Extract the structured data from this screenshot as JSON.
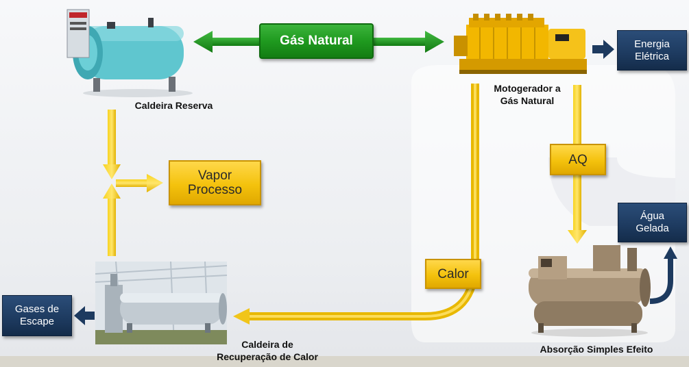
{
  "fuel": {
    "label": "Gás Natural"
  },
  "outputs": {
    "electric": "Energia\nElétrica",
    "cold_water": "Água\nGelada",
    "exhaust": "Gases de\nEscape"
  },
  "flows": {
    "steam": "Vapor\nProcesso",
    "aq": "AQ",
    "heat": "Calor"
  },
  "equipment": {
    "backup_boiler": "Caldeira Reserva",
    "generator": "Motogerador a\nGás Natural",
    "recovery_boiler": "Caldeira de\nRecuperação de Calor",
    "absorption": "Absorção Simples Efeito"
  },
  "colors": {
    "green": "#1f9a1f",
    "yellow": "#f4c20d",
    "navy": "#1d3a5f"
  }
}
